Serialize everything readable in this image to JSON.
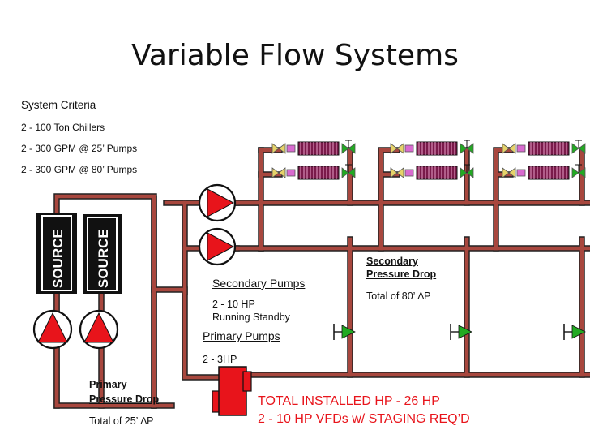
{
  "title": "Variable Flow Systems",
  "criteria": {
    "heading": "System Criteria",
    "items": [
      "2 - 100 Ton Chillers",
      "2 - 300 GPM @ 25’ Pumps",
      "2 - 300 GPM @ 80’ Pumps"
    ]
  },
  "sources": [
    "SOURCE",
    "SOURCE"
  ],
  "secondary_pumps": {
    "heading": "Secondary Pumps",
    "line1": "2 - 10 HP",
    "line2": "Running Standby"
  },
  "primary_pumps": {
    "heading": "Primary Pumps",
    "line1": "2 - 3HP"
  },
  "secondary_drop": {
    "line1": "Secondary",
    "line2": "Pressure Drop",
    "value": "Total of 80’ ∆P"
  },
  "primary_drop": {
    "line1": "Primary",
    "line2": "Pressure Drop",
    "value": "Total of 25’ ∆P"
  },
  "totals": {
    "line1": "TOTAL INSTALLED HP - 26 HP",
    "line2": "2 - 10 HP VFDs w/ STAGING REQ’D"
  },
  "colors": {
    "pipe": "#8b3a34",
    "pump": "#e8141b",
    "coil": "#7a1a4a",
    "valve_green": "#22aa22",
    "valve_yellow": "#e6d36a",
    "valve_pink": "#d96bd0"
  }
}
